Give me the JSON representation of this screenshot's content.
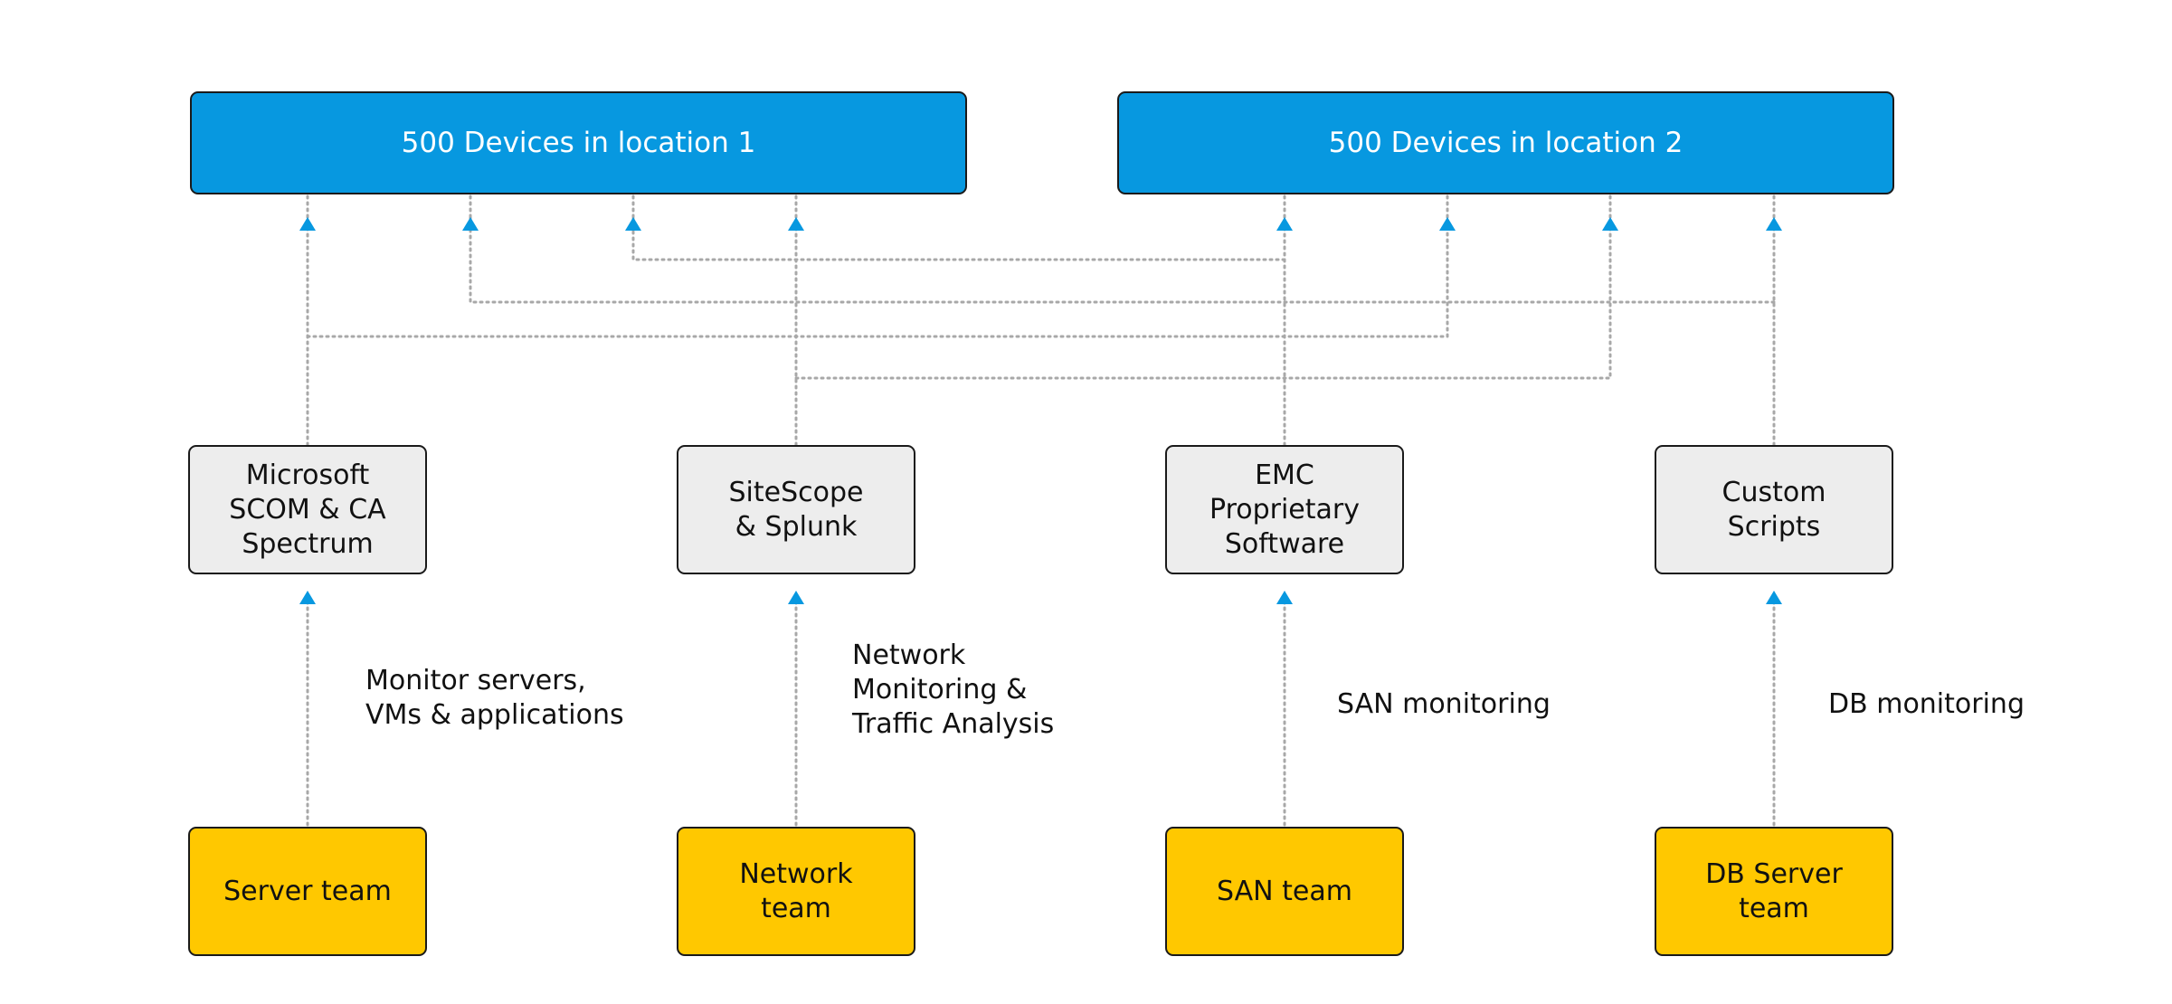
{
  "colors": {
    "location_fill": "#0798E0",
    "tool_fill": "#EDEDED",
    "team_fill": "#FFC800",
    "arrow": "#0798E0",
    "connector": "#A8A8A8",
    "border": "#1A1A1A"
  },
  "locations": [
    {
      "label": "500 Devices in location 1"
    },
    {
      "label": "500 Devices in location 2"
    }
  ],
  "tools": [
    {
      "label": "Microsoft\nSCOM & CA\nSpectrum"
    },
    {
      "label": "SiteScope\n& Splunk"
    },
    {
      "label": "EMC\nProprietary\nSoftware"
    },
    {
      "label": "Custom\nScripts"
    }
  ],
  "teams": [
    {
      "label": "Server team"
    },
    {
      "label": "Network\nteam"
    },
    {
      "label": "SAN team"
    },
    {
      "label": "DB Server\nteam"
    }
  ],
  "annotations": [
    {
      "label": "Monitor servers,\nVMs & applications"
    },
    {
      "label": "Network\nMonitoring &\nTraffic Analysis"
    },
    {
      "label": "SAN monitoring"
    },
    {
      "label": "DB monitoring"
    }
  ]
}
